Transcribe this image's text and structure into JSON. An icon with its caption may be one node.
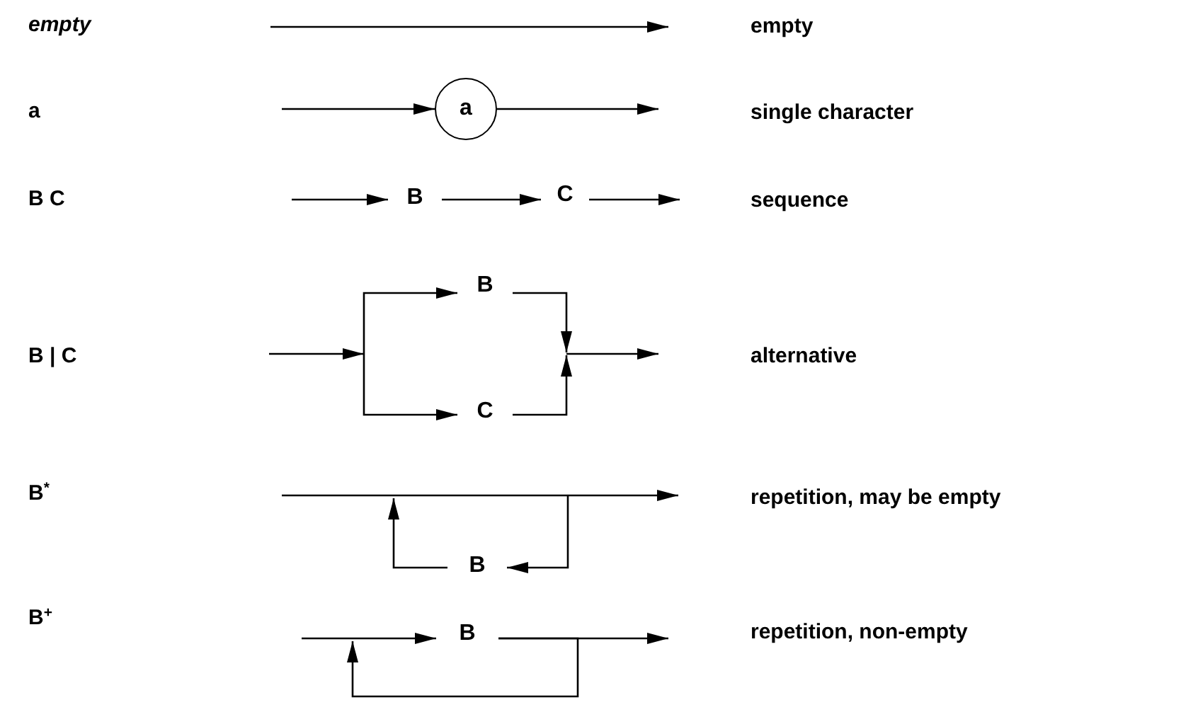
{
  "diagram": {
    "nodes": [
      {
        "text": [
          "a"
        ]
      },
      {
        "text": [
          "B"
        ]
      },
      {
        "text": [
          "C"
        ]
      },
      {
        "text": [
          "B"
        ]
      },
      {
        "text": [
          "C"
        ]
      },
      {
        "text": [
          "B"
        ]
      },
      {
        "text": [
          "B"
        ]
      }
    ],
    "edges": [
      {
        "from": null,
        "to": 0,
        "arrow": "to"
      },
      {
        "from": 0,
        "to": null,
        "arrow": "to"
      },
      {
        "from": null,
        "to": 1,
        "arrow": "to"
      },
      {
        "from": 1,
        "to": 2,
        "arrow": "to"
      },
      {
        "from": 2,
        "to": null,
        "arrow": "to"
      },
      {
        "from": null,
        "to": 3,
        "arrow": "to"
      },
      {
        "from": null,
        "to": 4,
        "arrow": "to"
      },
      {
        "from": 3,
        "to": null,
        "arrow": "to"
      },
      {
        "from": 4,
        "to": null,
        "arrow": "to"
      },
      {
        "from": null,
        "to": 5,
        "arrow": "to"
      },
      {
        "from": 5,
        "to": null,
        "arrow": "to"
      },
      {
        "from": null,
        "to": 6,
        "arrow": "to"
      },
      {
        "from": 6,
        "to": null,
        "arrow": "to"
      },
      {
        "from": 6,
        "to": null,
        "arrow": "to"
      }
    ],
    "labels": [
      "empty",
      "a",
      "B C",
      "B | C",
      "B$^{*}$",
      "B$^{+}$",
      "empty",
      "single character",
      "sequence",
      "alternative",
      "repetition, may be empty",
      "repetition, non-empty"
    ]
  }
}
